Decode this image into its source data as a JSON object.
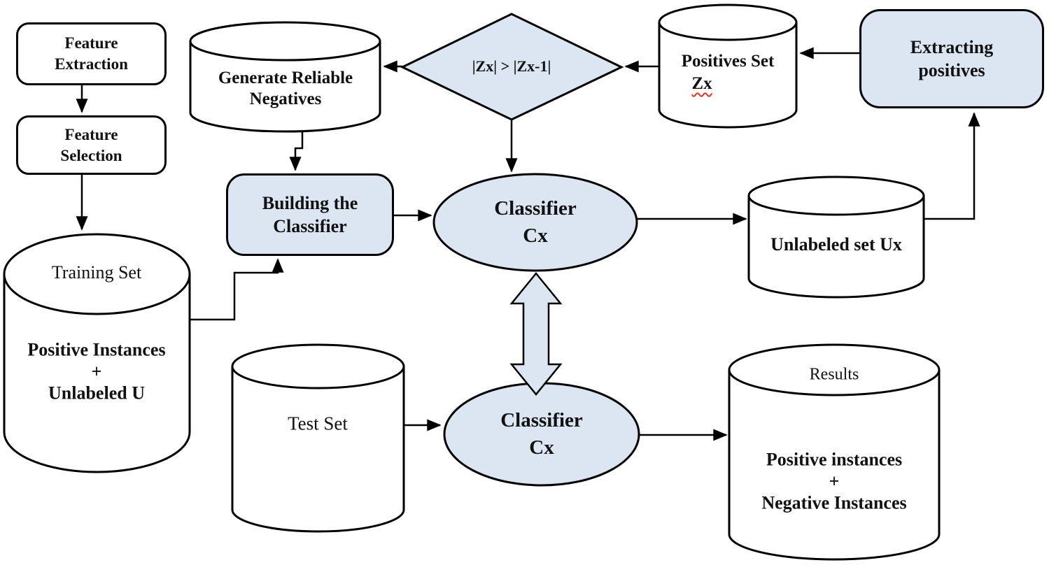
{
  "colors": {
    "node_fill_blue": "#dbe6f2",
    "node_fill_white": "#ffffff",
    "stroke": "#000000",
    "misspell_underline_red": "#e0341b"
  },
  "nodes": {
    "feature_extraction": {
      "lines": [
        "Feature",
        "Extraction"
      ]
    },
    "feature_selection": {
      "lines": [
        "Feature",
        "Selection"
      ]
    },
    "training_set": {
      "title": "Training Set",
      "body_lines": [
        "Positive Instances",
        "+",
        "Unlabeled U"
      ]
    },
    "generate_reliable_negatives": {
      "lines": [
        "Generate Reliable",
        "Negatives"
      ]
    },
    "decision_diamond": {
      "label": "|Zx| > |Zx-1|"
    },
    "positives_set": {
      "title": "Positives Set",
      "subtitle": "Zx"
    },
    "extracting_positives": {
      "lines": [
        "Extracting",
        "positives"
      ]
    },
    "building_classifier": {
      "lines": [
        "Building the",
        "Classifier"
      ]
    },
    "classifier_top": {
      "lines": [
        "Classifier",
        "Cx"
      ]
    },
    "unlabeled_set": {
      "label": "Unlabeled set Ux"
    },
    "test_set": {
      "label": "Test Set"
    },
    "classifier_bottom": {
      "lines": [
        "Classifier",
        "Cx"
      ]
    },
    "results": {
      "title": "Results",
      "body_lines": [
        "Positive instances",
        "+",
        "Negative Instances"
      ]
    }
  }
}
